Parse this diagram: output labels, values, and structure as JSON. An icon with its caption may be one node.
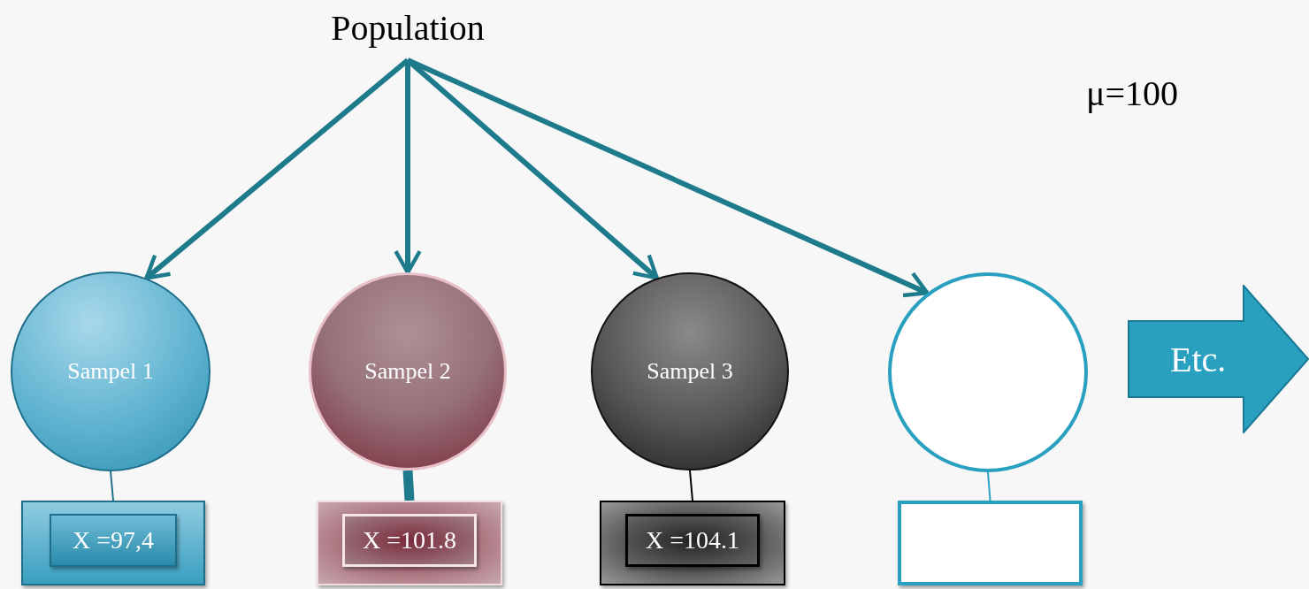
{
  "diagram": {
    "nodes": [
      {
        "text": [
          "Population"
        ]
      },
      {
        "text": [
          "Sampel 1"
        ]
      },
      {
        "text": [
          "Sampel 2"
        ]
      },
      {
        "text": [
          "Sampel 3"
        ]
      },
      {
        "text": [],
        "shape": "circle"
      },
      {
        "text": [
          "Etc."
        ]
      },
      {
        "text": [],
        "shape": "box"
      },
      {
        "text": [
          "X =97,4"
        ],
        "in": 6
      },
      {
        "text": [],
        "shape": "box"
      },
      {
        "text": [
          "X =101.8"
        ],
        "in": 8
      },
      {
        "text": [],
        "shape": "box"
      },
      {
        "text": [
          "X =104.1"
        ],
        "in": 10
      },
      {
        "text": [],
        "shape": "box"
      }
    ],
    "edges": [
      {
        "from": 0,
        "to": 1,
        "arrow": "to"
      },
      {
        "from": 0,
        "to": 2,
        "arrow": "to"
      },
      {
        "from": 0,
        "to": 3,
        "arrow": "to"
      },
      {
        "from": 0,
        "to": 4,
        "arrow": "to"
      },
      {
        "from": 1,
        "to": 6,
        "arrow": "none",
        "color": "#1e6f8a"
      },
      {
        "from": 2,
        "to": 8,
        "arrow": "none",
        "style": "thick"
      },
      {
        "from": 3,
        "to": 10,
        "arrow": "none",
        "color": "#000000"
      },
      {
        "from": 4,
        "to": 12,
        "arrow": "none",
        "color": "#2aa0c0"
      }
    ],
    "labels": [
      "μ=100"
    ]
  }
}
